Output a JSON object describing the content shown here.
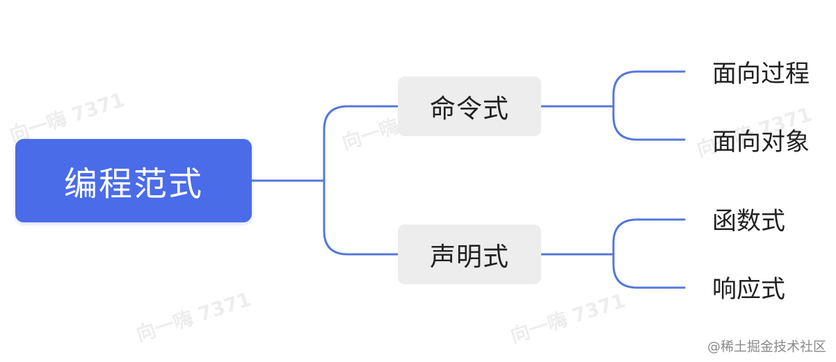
{
  "diagram": {
    "root": {
      "label": "编程范式"
    },
    "branches": [
      {
        "label": "命令式",
        "children": [
          "面向过程",
          "面向对象"
        ]
      },
      {
        "label": "声明式",
        "children": [
          "函数式",
          "响应式"
        ]
      }
    ]
  },
  "watermark": {
    "text": "向一嗨 7371"
  },
  "credit": {
    "text": "@稀土掘金技术社区"
  },
  "colors": {
    "root_fill": "#4a6ce8",
    "branch_fill": "#ededed",
    "connector": "#5478da",
    "text": "#222222"
  }
}
